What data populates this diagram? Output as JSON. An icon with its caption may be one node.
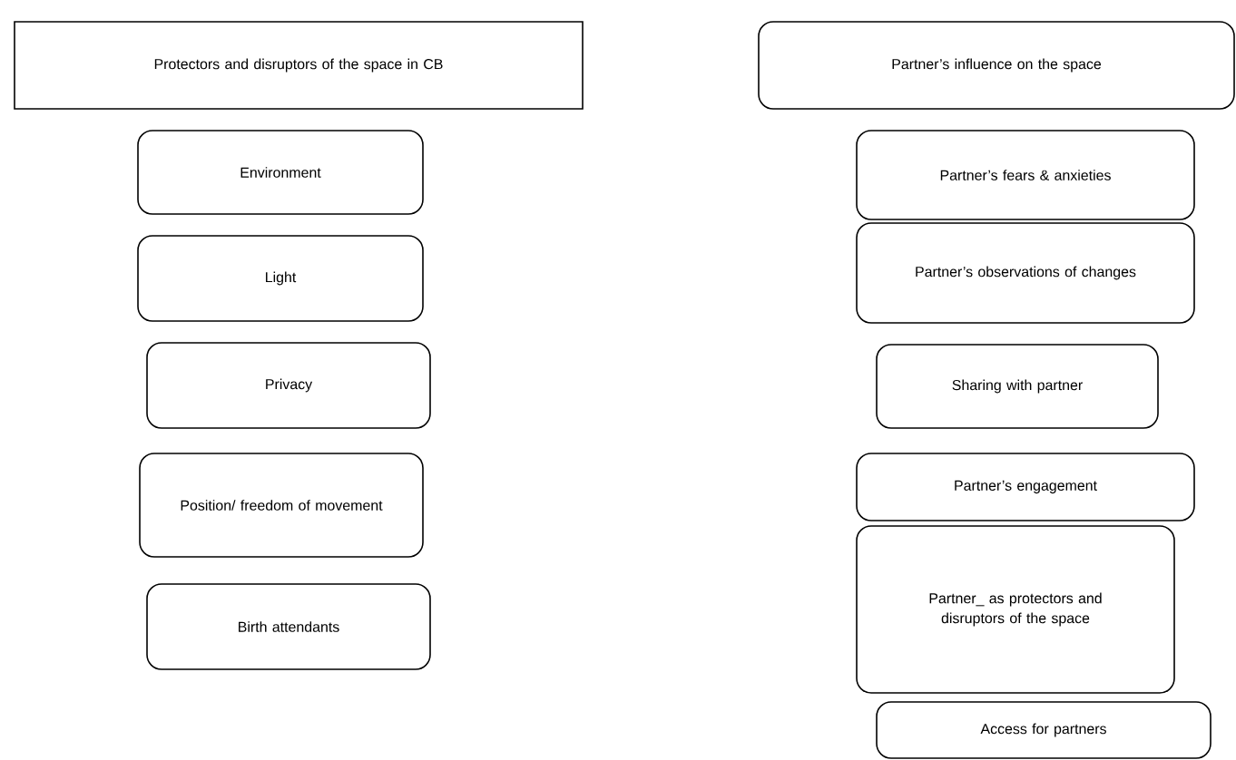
{
  "diagram": {
    "nodes": [
      {
        "text": [
          "Protectors and disruptors of the space in CB"
        ]
      },
      {
        "text": [
          "Environment"
        ]
      },
      {
        "text": [
          "Light"
        ]
      },
      {
        "text": [
          "Privacy"
        ]
      },
      {
        "text": [
          "Position/ freedom of movement"
        ]
      },
      {
        "text": [
          "Birth attendants"
        ]
      },
      {
        "text": [
          "Partner’s influence on the space"
        ]
      },
      {
        "text": [
          "Partner’s fears & anxieties"
        ]
      },
      {
        "text": [
          "Partner’s observations of changes"
        ]
      },
      {
        "text": [
          "Sharing with partner"
        ]
      },
      {
        "text": [
          "Partner’s engagement"
        ]
      },
      {
        "text": [
          "Partner_ as protectors and disruptors of the space"
        ]
      },
      {
        "text": [
          "Access for partners"
        ]
      }
    ]
  }
}
